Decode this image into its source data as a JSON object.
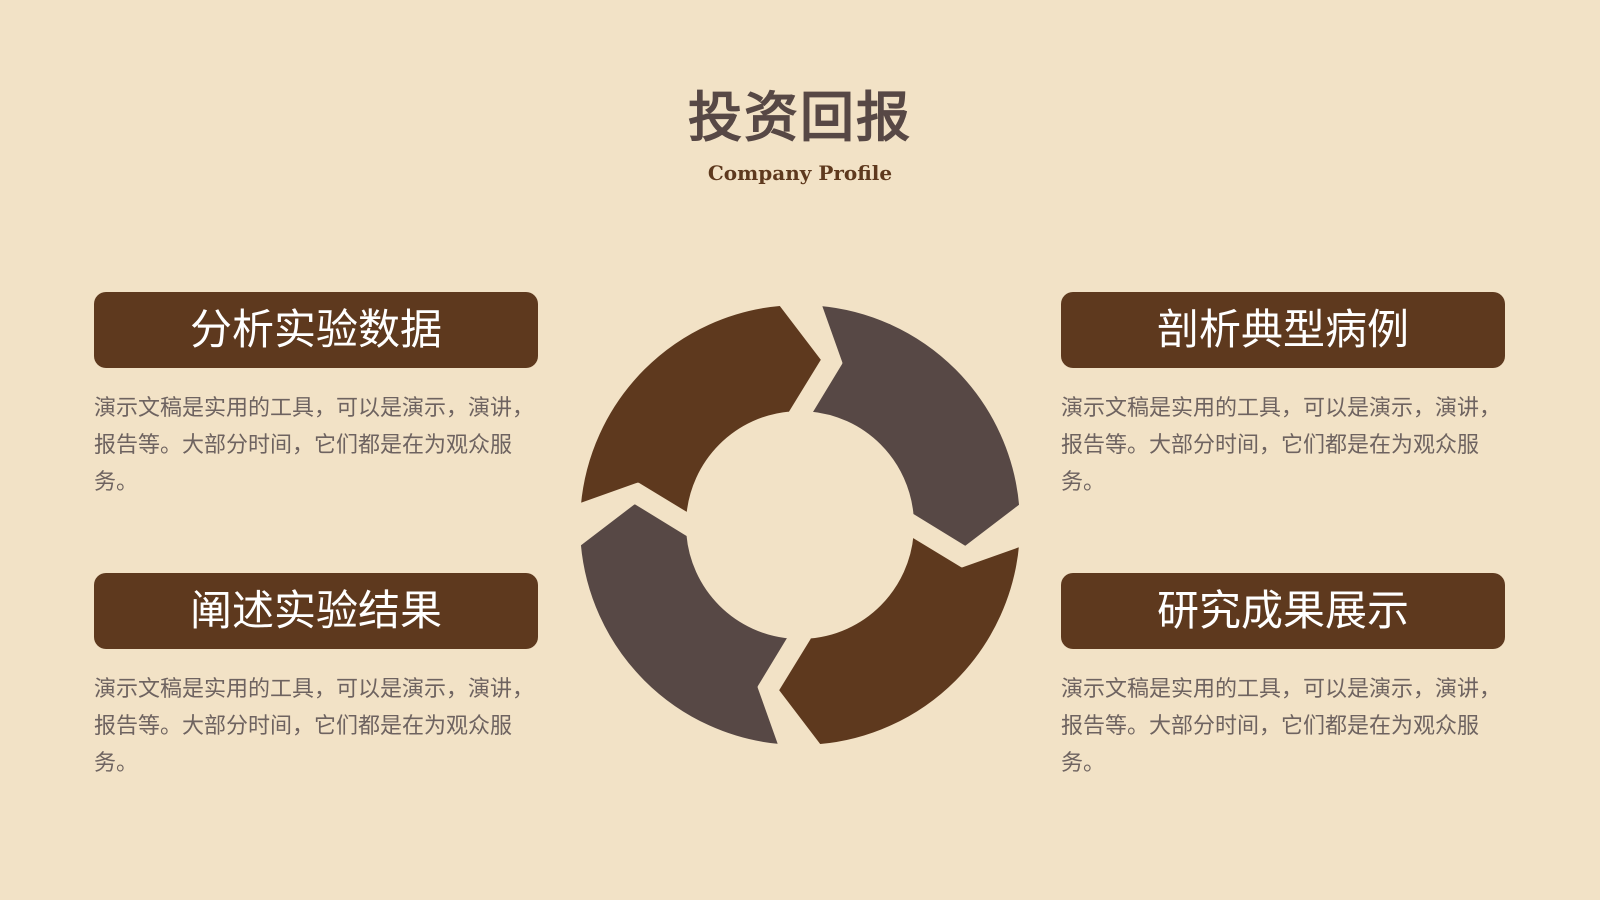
{
  "slide": {
    "title": "投资回报",
    "subtitle": "Company Profile"
  },
  "cards": {
    "top_left": {
      "heading": "分析实验数据",
      "body": "演示文稿是实用的工具，可以是演示，演讲，报告等。大部分时间，它们都是在为观众服务。"
    },
    "top_right": {
      "heading": "剖析典型病例",
      "body": "演示文稿是实用的工具，可以是演示，演讲，报告等。大部分时间，它们都是在为观众服务。"
    },
    "bottom_left": {
      "heading": "阐述实验结果",
      "body": "演示文稿是实用的工具，可以是演示，演讲，报告等。大部分时间，它们都是在为观众服务。"
    },
    "bottom_right": {
      "heading": "研究成果展示",
      "body": "演示文稿是实用的工具，可以是演示，演讲，报告等。大部分时间，它们都是在为观众服务。"
    }
  },
  "colors": {
    "background": "#F2E2C6",
    "accent_brown": "#5E391E",
    "accent_gray_brown": "#574845",
    "body_text": "#6E6360"
  },
  "diagram": {
    "type": "cycle-arrows",
    "segments": [
      {
        "position": "top-left",
        "color": "#5E391E"
      },
      {
        "position": "top-right",
        "color": "#574845"
      },
      {
        "position": "bottom-right",
        "color": "#5E391E"
      },
      {
        "position": "bottom-left",
        "color": "#574845"
      }
    ]
  }
}
